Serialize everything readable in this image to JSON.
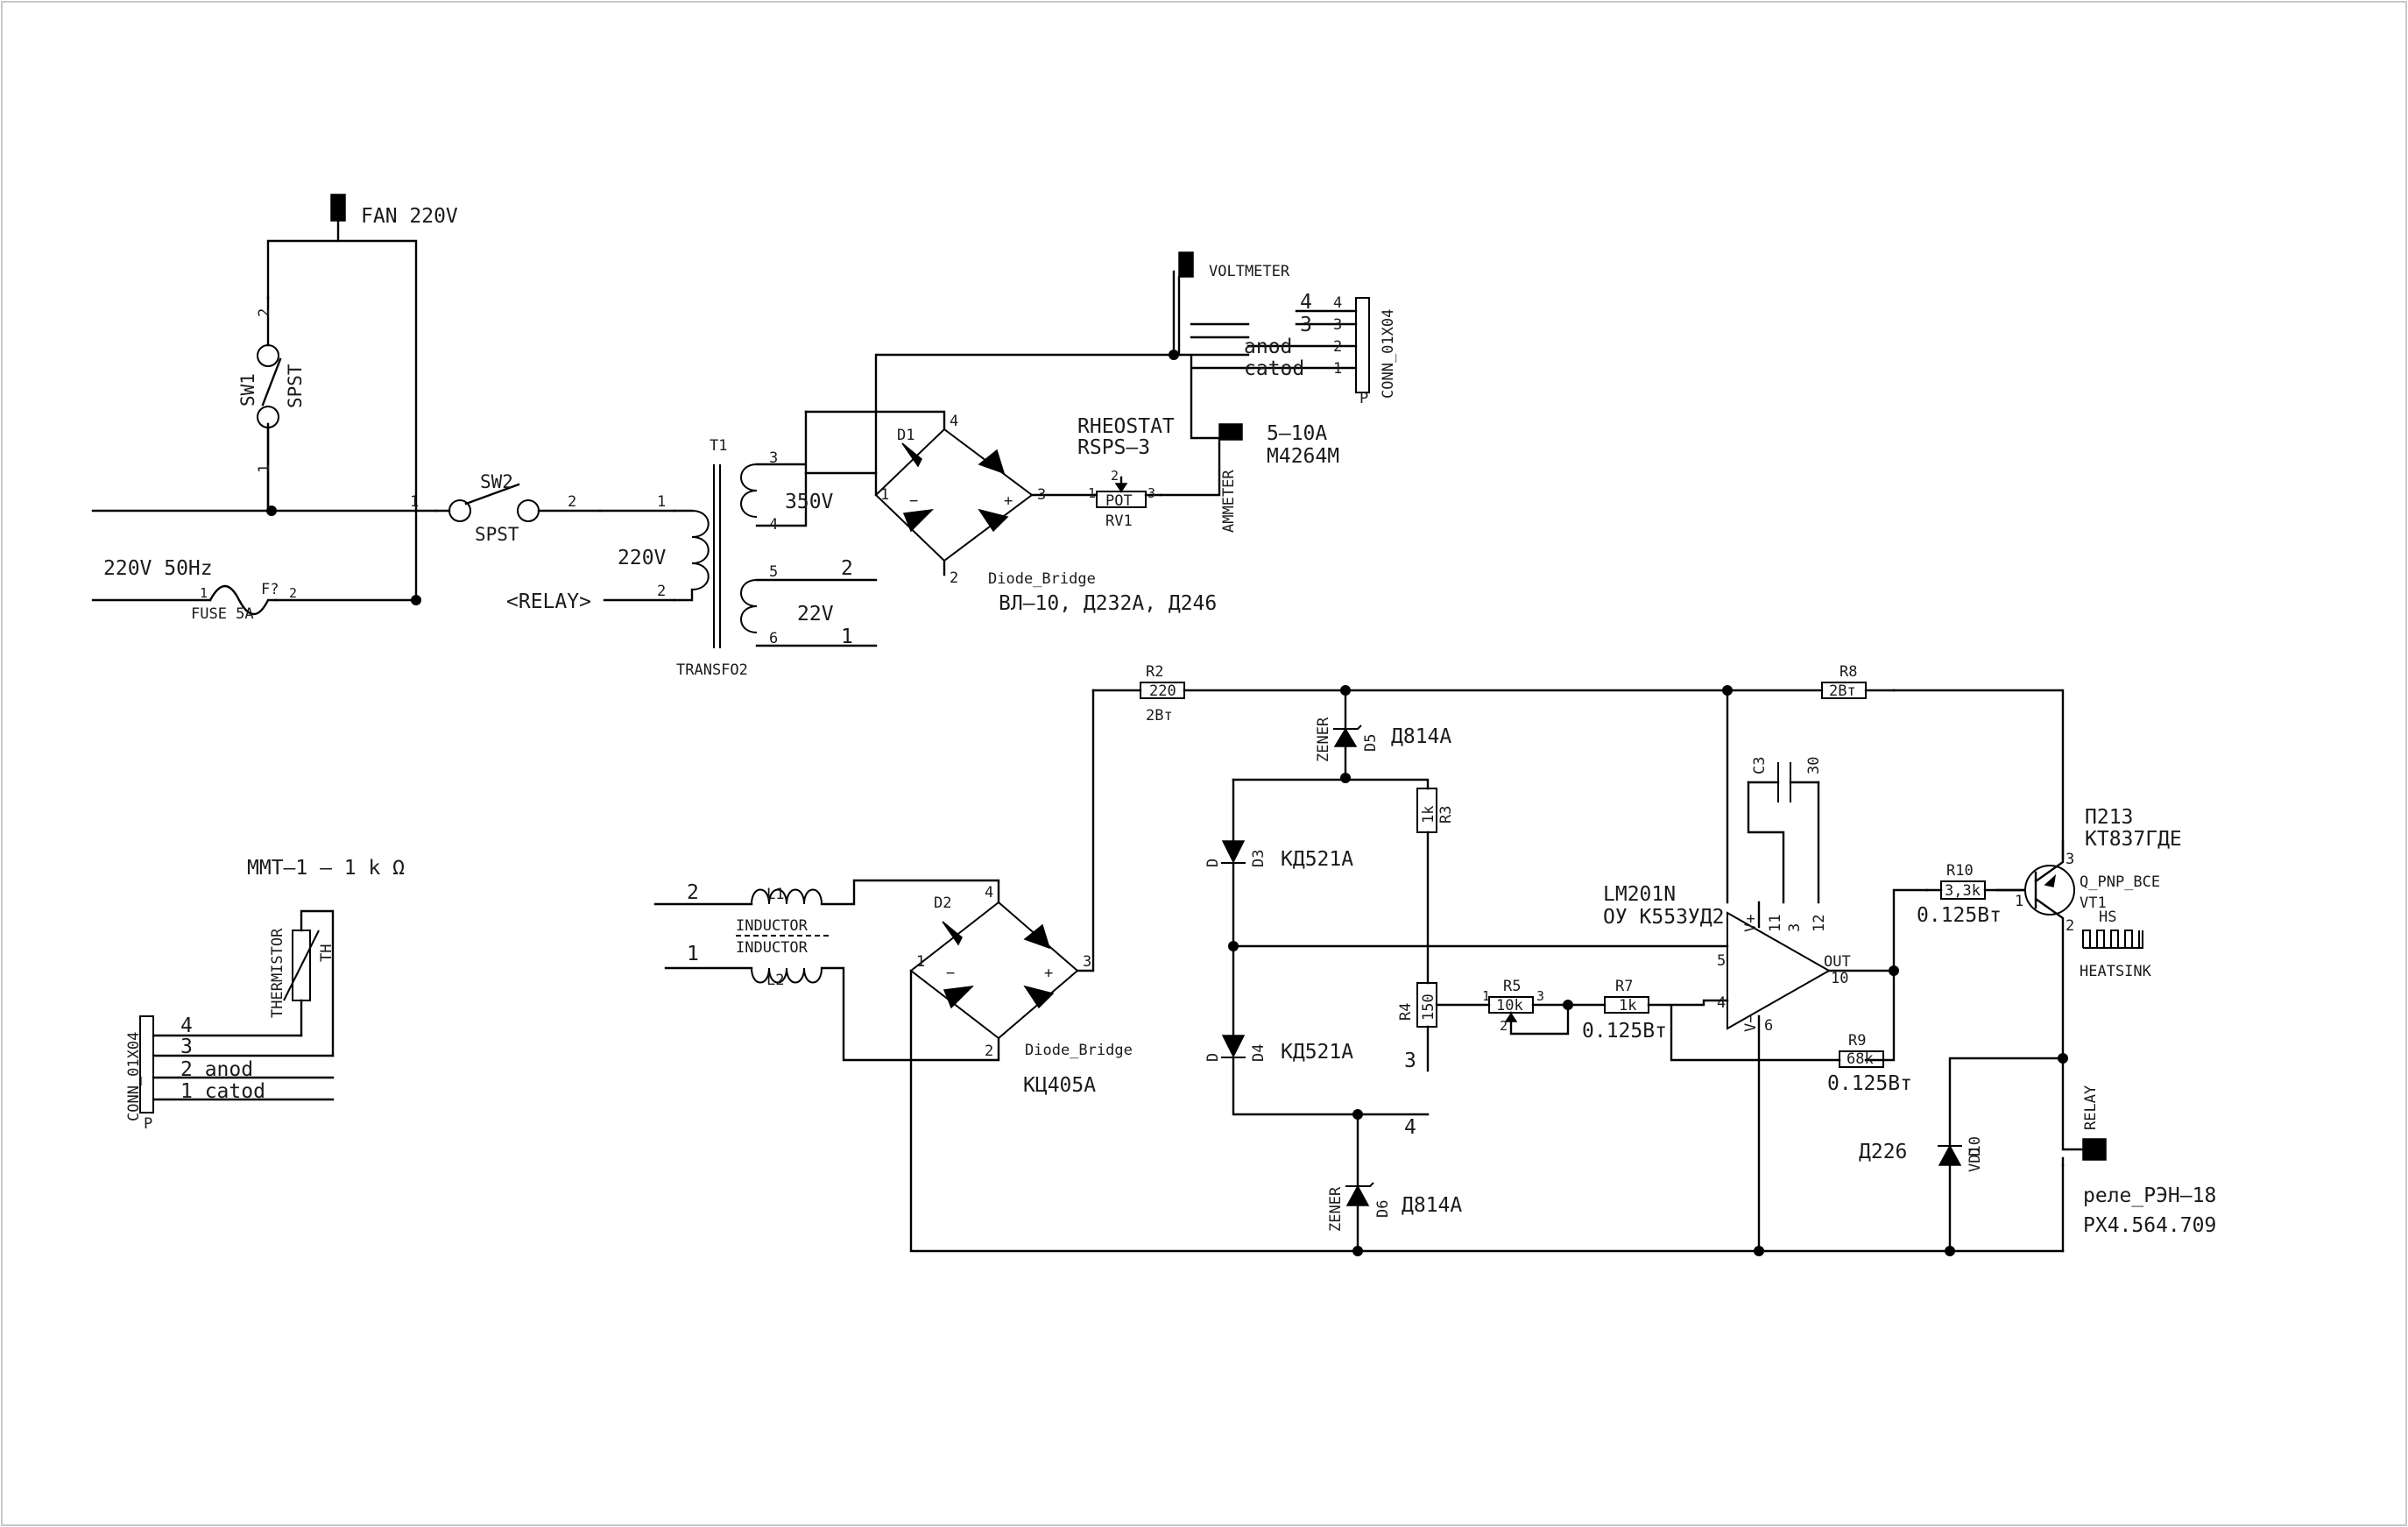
{
  "frame": {
    "border_color": "#c8c8c8",
    "wire_color": "#000000",
    "text_color": "#1a1a1a"
  },
  "labels": {
    "fan": "FAN 220V",
    "sw1": "SW1",
    "sw1_type": "SPST",
    "sw1_pin2": "2",
    "sw1_pin1": "1",
    "mains": "220V 50Hz",
    "fuse_ref": "F?",
    "fuse_val": "FUSE 5A",
    "fuse_p1": "1",
    "fuse_p2": "2",
    "sw2": "SW2",
    "sw2_type": "SPST",
    "sw2_p1": "1",
    "sw2_p2": "2",
    "relay_contact": "<RELAY>",
    "t1_ref": "T1",
    "t1_val": "TRANSFO2",
    "t1_pin1": "1",
    "t1_pin2": "2",
    "t1_pin3": "3",
    "t1_pin4": "4",
    "t1_pin5": "5",
    "t1_pin6": "6",
    "v_primary": "220V",
    "v_350": "350V",
    "v_22": "22V",
    "out_2": "2",
    "out_1": "1",
    "d1_ref": "D1",
    "d1_val": "Diode_Bridge",
    "d1_parts": "ВЛ–10, Д232А, Д246",
    "br_p1": "1",
    "br_p2": "2",
    "br_p3": "3",
    "br_p4": "4",
    "br_minus": "−",
    "br_plus": "+",
    "rheostat": "RHEOSTAT",
    "rheostat_model": "RSPS–3",
    "rv1_body": "POT",
    "rv1_ref": "RV1",
    "rv1_p1": "1",
    "rv1_p2": "2",
    "rv1_p3": "3",
    "voltmeter": "VOLTMETER",
    "ammeter": "AMMETER",
    "ammeter_range": "5–10A",
    "ammeter_model": "M4264M",
    "conn_ref": "CONN_01X04",
    "conn_p": "P",
    "conn_a_4": "4",
    "conn_a_3": "3",
    "conn_a_anod": "anod",
    "conn_a_catod": "catod",
    "conn_a_n4": "4",
    "conn_a_n3": "3",
    "conn_a_n2": "2",
    "conn_a_n1": "1",
    "thermistor_title": "MMT–1 – 1 k Ω",
    "thermistor": "THERMISTOR",
    "th": "TH",
    "conn_b_4": "4",
    "conn_b_3": "3",
    "conn_b_2": "2  anod",
    "conn_b_1": "1  catod",
    "l1": "L1",
    "l2": "L2",
    "inductor_a": "INDUCTOR",
    "inductor_b": "INDUCTOR",
    "in_2": "2",
    "in_1": "1",
    "d2_ref": "D2",
    "d2_val": "Diode_Bridge",
    "d2_part": "КЦ405А",
    "r2_ref": "R2",
    "r2_val": "220",
    "r2_pwr": "2Вт",
    "zener": "ZENER",
    "d5_ref": "D5",
    "d5_val": "Д814А",
    "d6_ref": "D6",
    "d6_val": "Д814А",
    "d_letter": "D",
    "d3_ref": "D3",
    "d3_val": "КД521А",
    "d4_ref": "D4",
    "d4_val": "КД521А",
    "r3_ref": "R3",
    "r3_val": "1k",
    "r4_ref": "R4",
    "r4_val": "150",
    "node_3": "3",
    "node_4": "4",
    "r5_ref": "R5",
    "r5_val": "10k",
    "r5_p1": "1",
    "r5_p2": "2",
    "r5_p3": "3",
    "r7_ref": "R7",
    "r7_val": "1k",
    "r7_pwr": "0.125Вт",
    "r8_ref": "R8",
    "r8_val": "2Вт",
    "r9_ref": "R9",
    "r9_val": "68k",
    "r9_pwr": "0.125Вт",
    "r10_ref": "R10",
    "r10_val": "3,3k",
    "r10_pwr": "0.125Вт",
    "c3_ref": "C3",
    "c3_val": "30",
    "opamp_model": "LM201N",
    "opamp_ru": "ОУ К553УД2",
    "op_out": "OUT",
    "op_vm": "V−",
    "op_vp": "V+",
    "op_p5": "5",
    "op_p4": "4",
    "op_p6": "6",
    "op_p10": "10",
    "op_p11": "11",
    "op_p3": "3",
    "op_p12": "12",
    "vt1_ref": "VT1",
    "vt1_model_a": "П213",
    "vt1_model_b": "КТ837ГДЕ",
    "vt1_type": "Q_PNP_BCE",
    "vt1_p1": "1",
    "vt1_p2": "2",
    "vt1_p3": "3",
    "hs": "HS",
    "heatsink": "HEATSINK",
    "vd10_ref": "VD10",
    "vd10_val": "Д226",
    "relay": "RELAY",
    "relay_model": "реле_РЭН–18",
    "relay_code": "РХ4.564.709"
  }
}
